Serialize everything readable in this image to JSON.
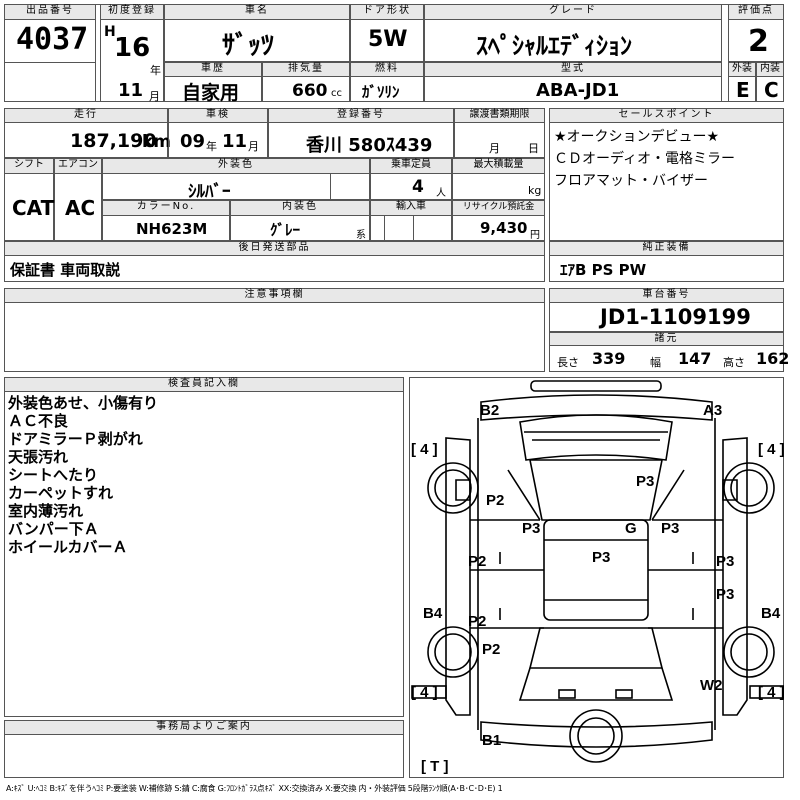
{
  "header": {
    "lot_label": "出品番号",
    "lot": "4037",
    "first_reg_label": "初度登録",
    "era": "H",
    "year": "16",
    "year_unit": "年",
    "month": "11",
    "month_unit": "月",
    "name_label": "車名",
    "name": "ｻﾞｯﾂ",
    "door_label": "ドア形状",
    "door": "5W",
    "grade_label": "グレード",
    "grade": "ｽﾍﾟｼｬﾙｴﾃﾞｨｼｮﾝ",
    "score_label": "評価点",
    "score": "2",
    "history_label": "車歴",
    "history": "自家用",
    "disp_label": "排気量",
    "disp": "660",
    "disp_unit": "cc",
    "fuel_label": "燃料",
    "fuel": "ｶﾞｿﾘﾝ",
    "model_label": "型式",
    "model": "ABA-JD1",
    "ext_label": "外装",
    "ext": "E",
    "int_label": "内装",
    "int": "C"
  },
  "row2": {
    "mileage_label": "走行",
    "mileage": "187,190",
    "mileage_unit": "km",
    "inspection_label": "車検",
    "insp_year": "09",
    "insp_year_unit": "年",
    "insp_month": "11",
    "insp_month_unit": "月",
    "reg_label": "登録番号",
    "reg": "香川 580ｽ439",
    "transfer_label": "譲渡書類期限",
    "transfer_month": "月",
    "transfer_day": "日",
    "shift_label": "シフト",
    "shift": "CAT",
    "ac_label": "エアコン",
    "ac": "AC",
    "color_label": "外装色",
    "color": "ｼﾙﾊﾞｰ",
    "capacity_label": "乗車定員",
    "capacity": "4",
    "capacity_unit": "人",
    "load_label": "最大積載量",
    "load_unit": "kg",
    "color_no_label": "カラーNo.",
    "color_no": "NH623M",
    "int_color_label": "内装色",
    "int_color": "ｸﾞﾚｰ",
    "int_color_unit": "系",
    "import_label": "輸入車",
    "recycle_label": "リサイクル預託金",
    "recycle": "9,430",
    "recycle_unit": "円"
  },
  "sales_points": {
    "label": "セールスポイント",
    "lines": [
      "★オークションデビュー★",
      "ＣＤオーディオ・電格ミラー",
      "フロアマット・バイザー"
    ]
  },
  "later_parts": {
    "label": "後日発送部品",
    "value": "保証書 車両取説"
  },
  "genuine": {
    "label": "純正装備",
    "value": "ｴｱB PS PW"
  },
  "caution": {
    "label": "注意事項欄"
  },
  "chassis": {
    "label": "車台番号",
    "value": "JD1-1109199"
  },
  "specs": {
    "label": "諸元",
    "length_label": "長さ",
    "length": "339",
    "width_label": "幅",
    "width": "147",
    "height_label": "高さ",
    "height": "162"
  },
  "inspector": {
    "label": "検査員記入欄",
    "lines": [
      "外装色あせ、小傷有り",
      "ＡＣ不良",
      "ドアミラーＰ剥がれ",
      "天張汚れ",
      "シートへたり",
      "カーペットすれ",
      "室内薄汚れ",
      "バンパー下Ａ",
      "ホイールカバーＡ"
    ]
  },
  "office": {
    "label": "事務局よりご案内"
  },
  "diagram": {
    "marks": [
      "B2",
      "A3",
      "P3",
      "P2",
      "P3",
      "G",
      "P3",
      "P2",
      "P3",
      "P3",
      "P3",
      "B4",
      "P2",
      "B4",
      "P2",
      "W2",
      "B1"
    ],
    "tires": [
      "[ 4 ]",
      "[ 4 ]",
      "[ 4 ]",
      "[ 4 ]",
      "[ T ]"
    ]
  },
  "legend": "A:ｷｽﾞ U:ﾍｺﾐ B:ｷｽﾞを伴うﾍｺﾐ P:要塗装 W:補修跡 S:錆 C:腐食 G:ﾌﾛﾝﾄｶﾞﾗｽ点ｷｽﾞ XX:交換済み X:要交換 内・外装評価 5段階ﾗﾝｸ順(A･B･C･D･E) 1"
}
